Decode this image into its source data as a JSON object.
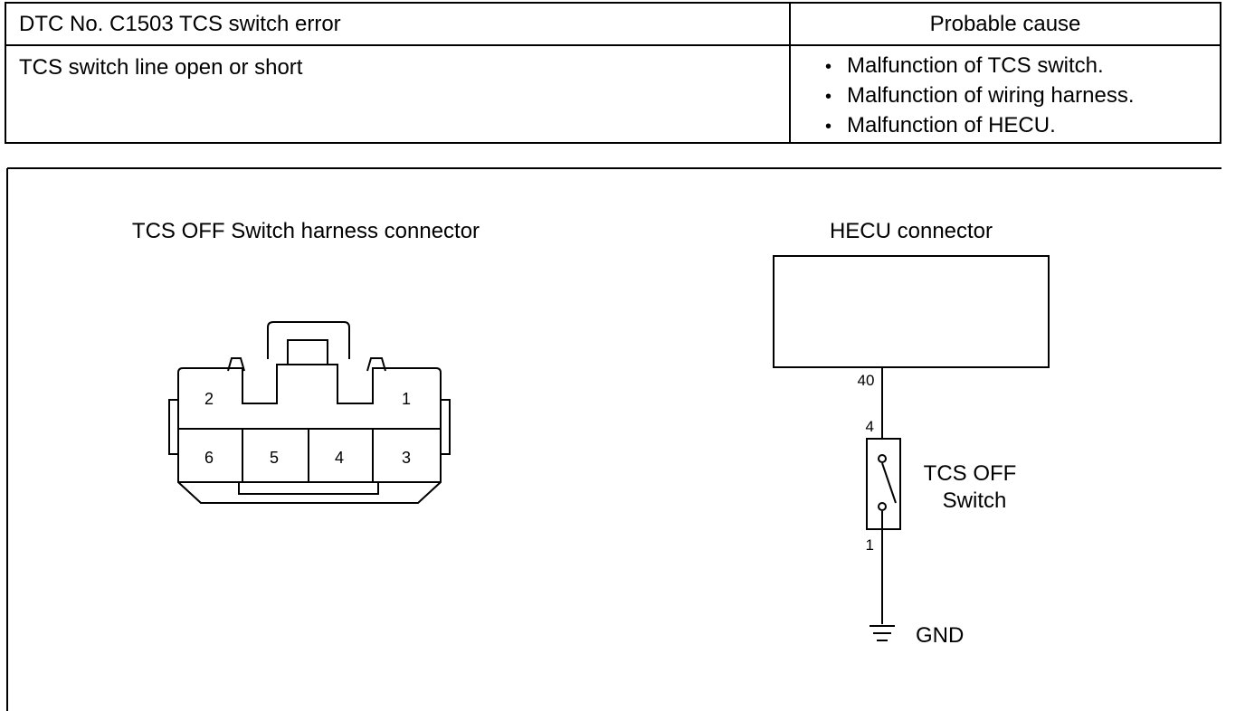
{
  "table": {
    "header_left": "DTC No.  C1503 TCS switch error",
    "header_right": "Probable cause",
    "body_left": "TCS switch line open or short",
    "causes": [
      "Malfunction of TCS switch.",
      "Malfunction of wiring harness.",
      "Malfunction of HECU."
    ]
  },
  "diagram": {
    "left_title": "TCS OFF Switch harness connector",
    "right_title": "HECU connector",
    "connector_pins": [
      "2",
      "1",
      "6",
      "5",
      "4",
      "3"
    ],
    "hecu_pin": "40",
    "switch_pin_top": "4",
    "switch_pin_bottom": "1",
    "switch_label_line1": "TCS OFF",
    "switch_label_line2": "Switch",
    "ground_label": "GND"
  }
}
